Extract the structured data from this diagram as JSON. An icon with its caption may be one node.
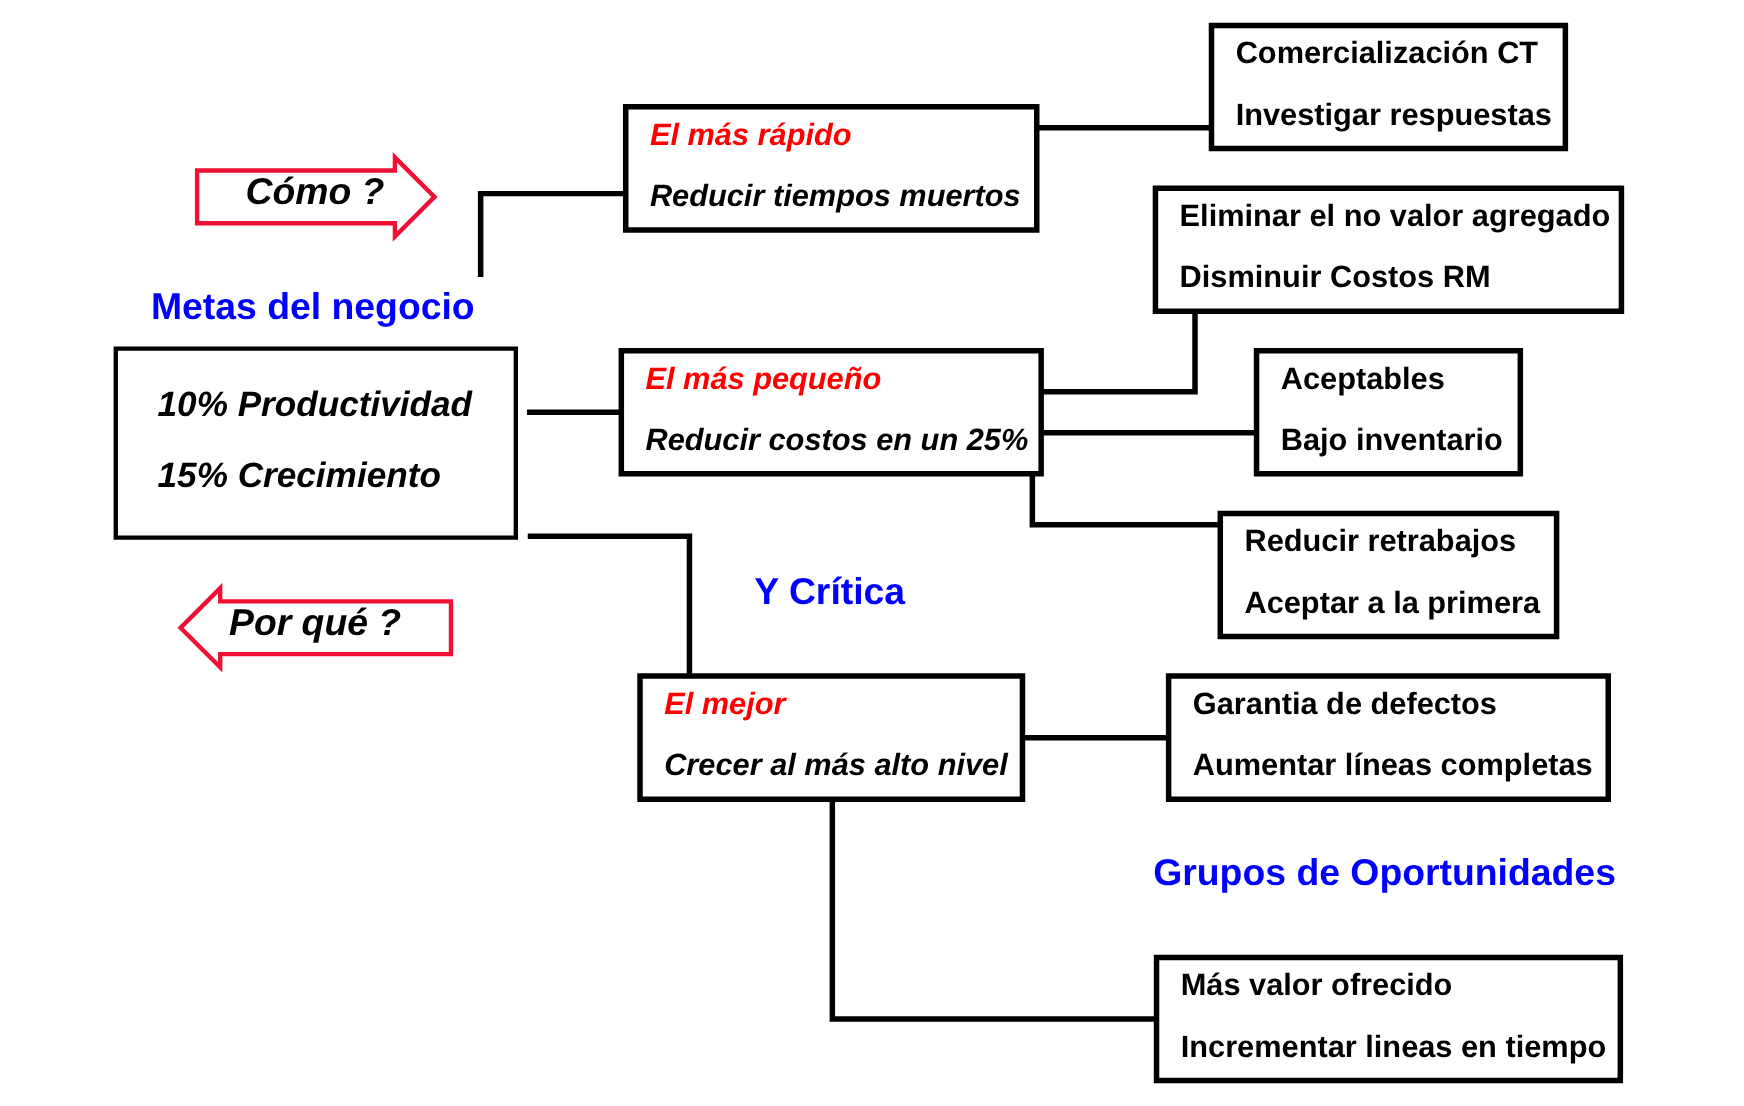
{
  "diagram": {
    "nodes": [
      {
        "text": [
          "Metas del negocio",
          "10% Productividad",
          "15% Crecimiento"
        ]
      },
      {
        "text": [
          "El mejor",
          "Crecer al más alto nivel"
        ]
      },
      {
        "text": [
          "El más rápido",
          "Reducir tiempos muertos"
        ]
      },
      {
        "text": [
          "El más pequeño",
          "Reducir costos en un 25%"
        ]
      },
      {
        "text": [
          "Más valor ofrecido",
          "Incrementar lineas en tiempo"
        ]
      },
      {
        "text": [
          "Garantia de defectos",
          "Aumentar líneas completas"
        ]
      },
      {
        "text": [
          "Comercialización CT",
          "Investigar respuestas"
        ]
      },
      {
        "text": [
          "Aceptables",
          "Bajo inventario"
        ]
      },
      {
        "text": [
          "Reducir retrabajos",
          "Aceptar a la primera"
        ]
      },
      {
        "text": [
          "Eliminar el no valor agregado",
          "Disminuir Costos RM"
        ]
      },
      {
        "text": [
          "Cómo ?"
        ]
      },
      {
        "text": [
          "Por qué ?"
        ]
      }
    ],
    "edges": [
      {
        "from": 0,
        "to": 1,
        "arrow": "none"
      },
      {
        "from": 0,
        "to": 2,
        "arrow": "none"
      },
      {
        "from": 0,
        "to": 3,
        "arrow": "none"
      },
      {
        "from": 1,
        "to": 4,
        "arrow": "none"
      },
      {
        "from": 1,
        "to": 5,
        "arrow": "none"
      },
      {
        "from": 2,
        "to": 6,
        "arrow": "none"
      },
      {
        "from": 3,
        "to": 7,
        "arrow": "none"
      },
      {
        "from": 3,
        "to": 8,
        "arrow": "none"
      },
      {
        "from": 3,
        "to": 9,
        "arrow": "none"
      }
    ],
    "labels": [
      "Y Crítica",
      "Grupos de Oportunidades"
    ]
  }
}
